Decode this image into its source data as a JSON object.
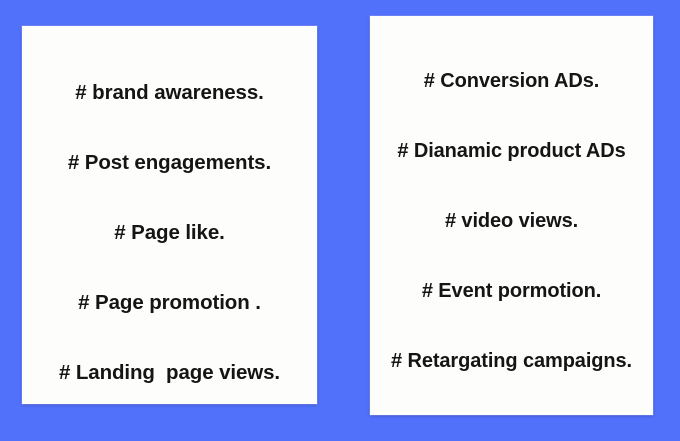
{
  "theme": {
    "background_color": "#5271fb",
    "card_color": "#fdfdfb",
    "text_color": "#151515"
  },
  "cards": [
    {
      "name": "left-services-card",
      "items": [
        "# brand awareness.",
        "# Post engagements.",
        "# Page like.",
        "# Page promotion .",
        "# Landing  page views."
      ]
    },
    {
      "name": "right-services-card",
      "items": [
        "# Conversion ADs.",
        "# Dianamic product ADs",
        "# video views.",
        "# Event pormotion.",
        "# Retargating campaigns."
      ]
    }
  ]
}
